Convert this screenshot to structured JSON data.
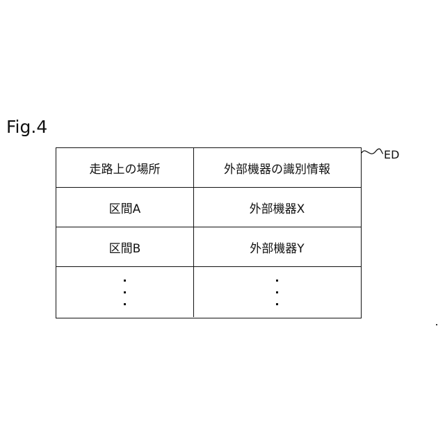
{
  "figure": {
    "label": "Fig.4",
    "reference_label": "ED"
  },
  "table": {
    "headers": [
      "走路上の場所",
      "外部機器の識別情報"
    ],
    "rows": [
      [
        "区間A",
        "外部機器X"
      ],
      [
        "区間B",
        "外部機器Y"
      ]
    ],
    "continuation": "vertical-ellipsis"
  }
}
